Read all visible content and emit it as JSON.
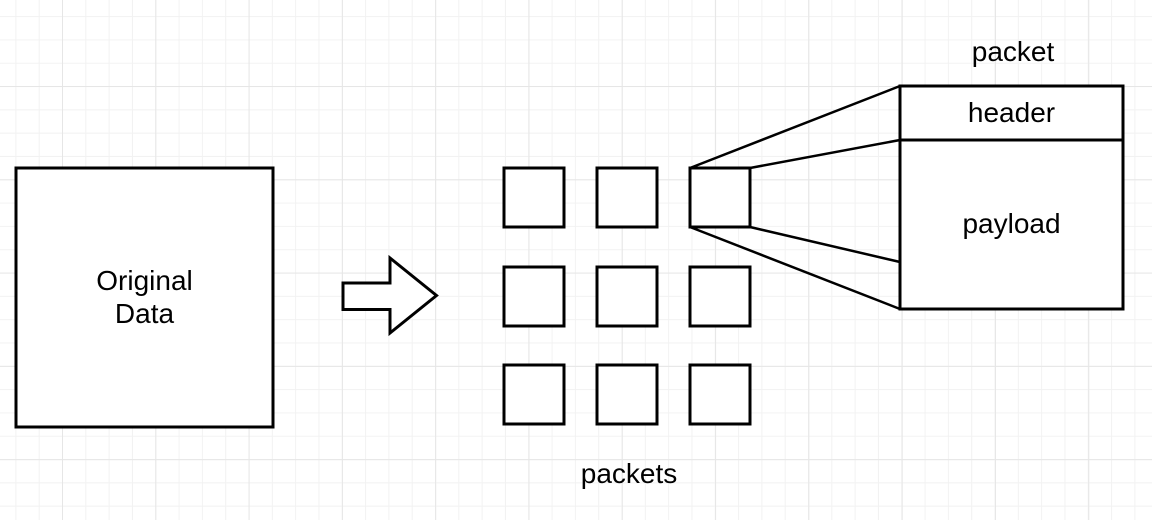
{
  "canvas": {
    "background_color": "#ffffff",
    "grid_minor_color": "#f2f2f2",
    "grid_major_color": "#e6e6e6",
    "stroke_color": "#000000",
    "shape_fill_color": "#ffffff",
    "text_color": "#000000"
  },
  "original_data": {
    "label": "Original\nData"
  },
  "arrow": {
    "type": "block-arrow-right"
  },
  "packets": {
    "label": "packets",
    "rows": 3,
    "columns": 3
  },
  "packet": {
    "title": "packet",
    "header_label": "header",
    "payload_label": "payload"
  }
}
